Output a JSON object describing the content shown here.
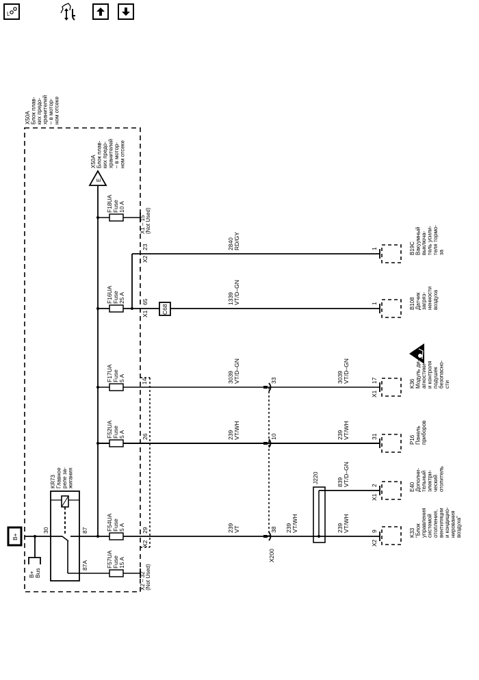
{
  "toolbar": {
    "buttons": [
      {
        "name": "location-button",
        "icon": "location-icon",
        "label": "LOC"
      },
      {
        "name": "diagnostic-tree-button",
        "icon": "diagnostic-tree-wrench-icon",
        "label": ""
      },
      {
        "name": "page-up-button",
        "icon": "arrow-up-icon",
        "label": ""
      },
      {
        "name": "page-down-button",
        "icon": "arrow-down-icon",
        "label": ""
      }
    ]
  },
  "diagram": {
    "fuse_block": {
      "id": "X50A",
      "desc": [
        "Блок плав-",
        "ких предо-",
        "хранителей",
        "– в мотор-",
        "ном отсеке"
      ]
    },
    "ground_ref": {
      "id": "X50A",
      "symbol": "E",
      "desc": [
        "Блок плав-",
        "ких предо-",
        "хранителей",
        "– в мотор-",
        "ном отсеке"
      ]
    },
    "power_source": {
      "label": "B+"
    },
    "bus": {
      "label1": "B+",
      "label2": "Bus"
    },
    "relay": {
      "id": "KR73",
      "desc": [
        "Главное",
        "реле за-",
        "жигания"
      ],
      "pin_in": "30",
      "pin_no": "87",
      "pin_nc": "87A"
    },
    "fuses": [
      {
        "id": "F18UA",
        "type": "Fuse",
        "rating": "10 A",
        "connector": "X1 – 15",
        "note": "(Not Used)"
      },
      {
        "id": "F16UA",
        "type": "Fuse",
        "rating": "25 A",
        "connector": "X1",
        "pin": "65"
      },
      {
        "id": "F17UA",
        "type": "Fuse",
        "rating": "5 A",
        "pin": "14"
      },
      {
        "id": "F52UA",
        "type": "Fuse",
        "rating": "5 A",
        "pin": "26"
      },
      {
        "id": "F54UA",
        "type": "Fuse",
        "rating": "5 A",
        "connector": "X2",
        "pin": "29"
      },
      {
        "id": "F57UA",
        "type": "Fuse",
        "rating": "15 A",
        "connector": "X2 – 32",
        "note": "(Not Used)"
      }
    ],
    "x2_23": {
      "connector": "X2",
      "pin": "23"
    },
    "splice_c68": "C68",
    "inline_connector": {
      "id": "X200",
      "pins": [
        "33",
        "10",
        "38"
      ]
    },
    "splice_j220": "J220",
    "wires": [
      {
        "circuit": "2840",
        "color": "RD/GY"
      },
      {
        "circuit": "1339",
        "color": "VT/D–GN"
      },
      {
        "circuit": "3039",
        "color": "VT/D–GN"
      },
      {
        "circuit": "3039",
        "color": "VT/D–GN"
      },
      {
        "circuit": "239",
        "color": "VT/WH"
      },
      {
        "circuit": "239",
        "color": "VT/WH"
      },
      {
        "circuit": "239",
        "color": "VT"
      },
      {
        "circuit": "239",
        "color": "VT/WH"
      },
      {
        "circuit": "839",
        "color": "VT/D–GN"
      },
      {
        "circuit": "239",
        "color": "VT/WH"
      }
    ],
    "components": [
      {
        "id": "B19C",
        "pin": "1",
        "connector": "",
        "desc": [
          "Вакуумный",
          "выключа-",
          "тель усили-",
          "теля тормо-",
          "за"
        ]
      },
      {
        "id": "B108",
        "pin": "1",
        "connector": "",
        "desc": [
          "Датчик",
          "загряз-",
          "ненности",
          "воздуха"
        ]
      },
      {
        "id": "K36",
        "pin": "17",
        "connector": "X1",
        "desc": [
          "Модуль ди-",
          "агностики",
          "и контроля",
          "подушек",
          "безопасно-",
          "сти"
        ]
      },
      {
        "id": "P16",
        "pin": "31",
        "connector": "",
        "desc": [
          "Панель",
          "приборов"
        ]
      },
      {
        "id": "E40",
        "pin": "2",
        "connector": "X1",
        "desc": [
          "Дополни-",
          "тельный",
          "электри-",
          "ческий",
          "отопитель"
        ]
      },
      {
        "id": "K33",
        "pin": "9",
        "connector": "X2",
        "desc": [
          "\"Блок",
          "управления",
          "системой",
          "отопления,",
          "вентиляции",
          "и кондицио-",
          "нирования",
          "воздуха\""
        ]
      }
    ],
    "airbag_warning": {
      "icon": "airbag-warning-icon"
    }
  }
}
